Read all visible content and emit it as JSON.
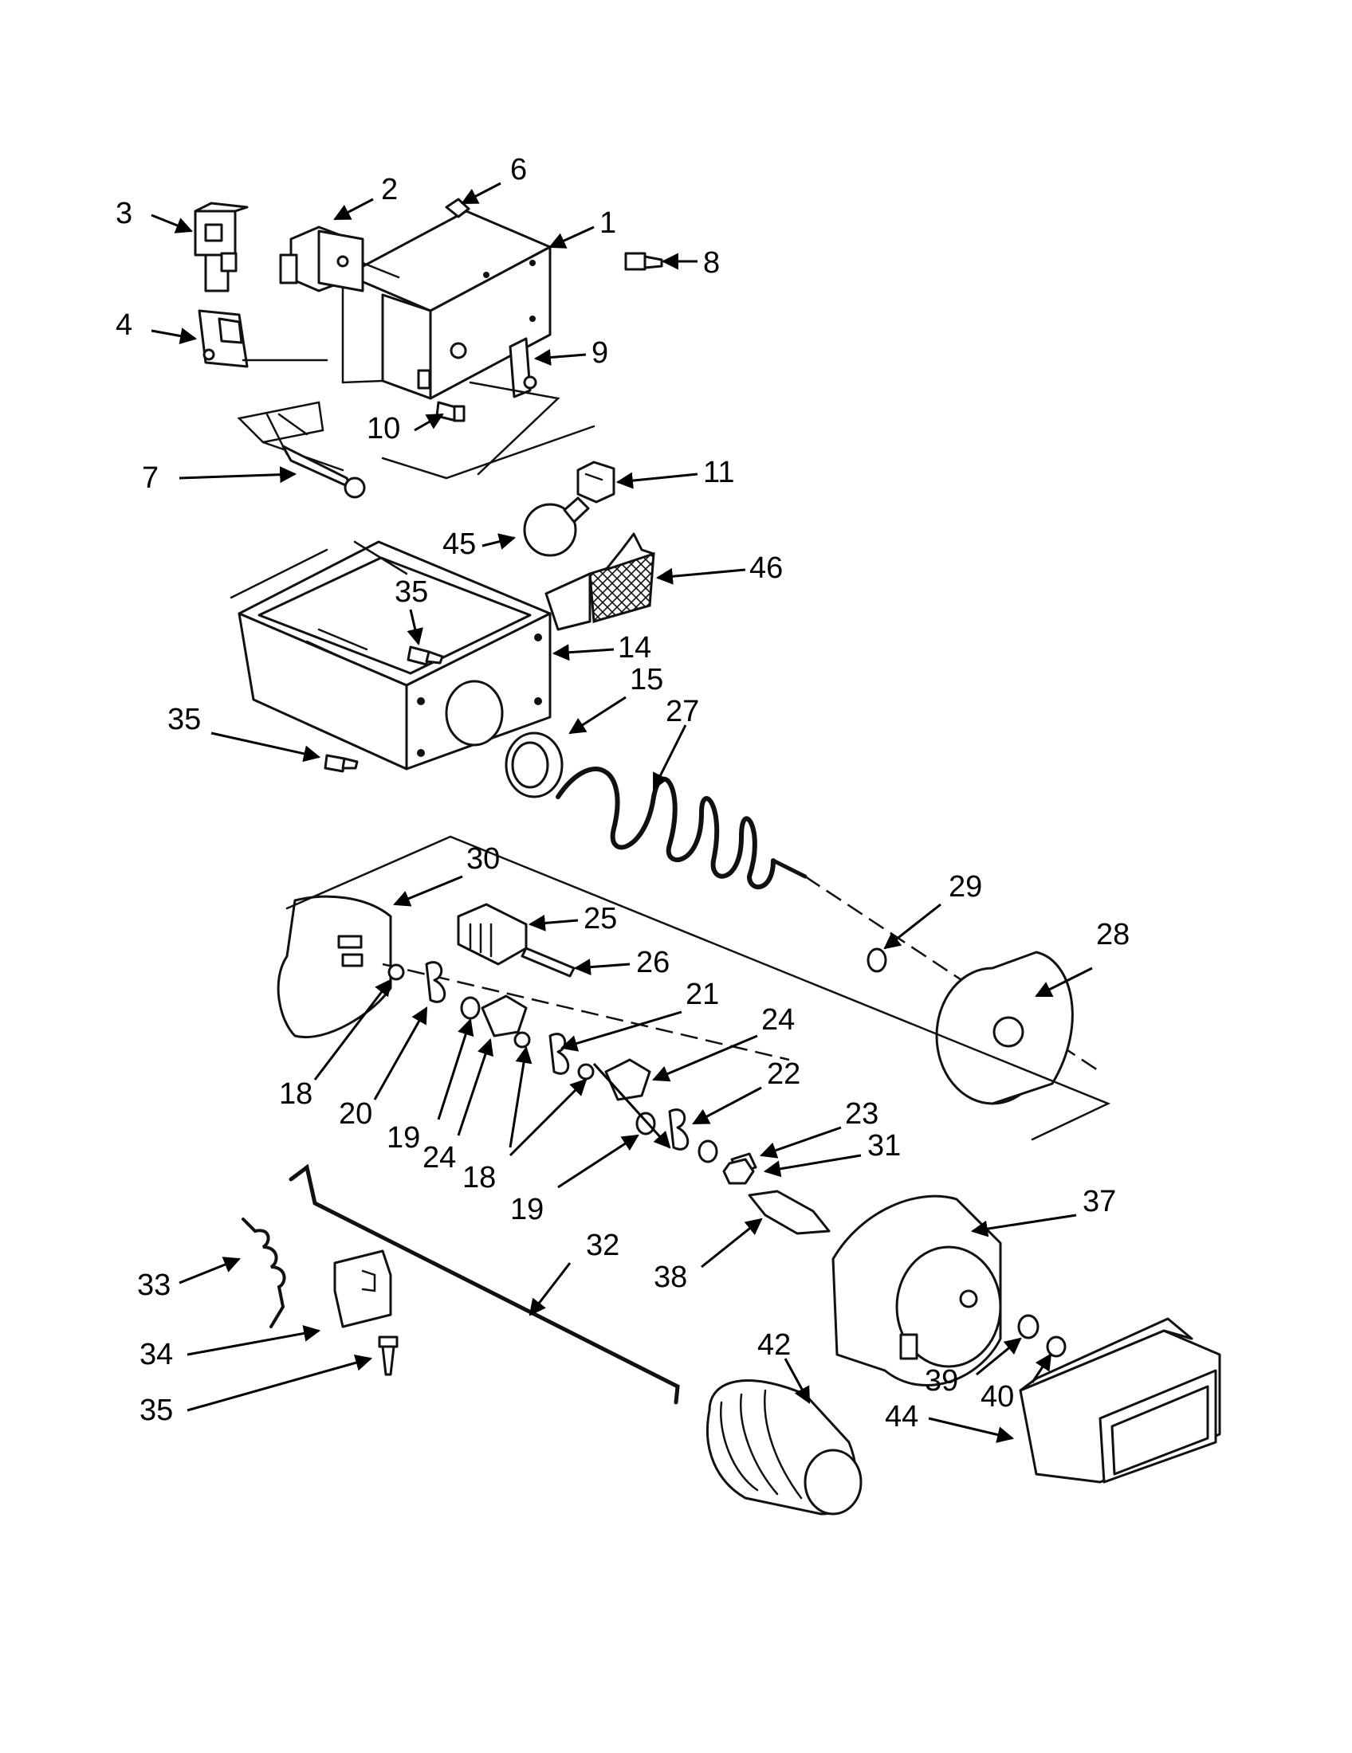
{
  "diagram": {
    "colors": {
      "ink": "#111111",
      "paper": "#ffffff"
    },
    "callouts": [
      {
        "id": "c1",
        "text": "1"
      },
      {
        "id": "c2",
        "text": "2"
      },
      {
        "id": "c3",
        "text": "3"
      },
      {
        "id": "c4",
        "text": "4"
      },
      {
        "id": "c6",
        "text": "6"
      },
      {
        "id": "c7",
        "text": "7"
      },
      {
        "id": "c8",
        "text": "8"
      },
      {
        "id": "c9",
        "text": "9"
      },
      {
        "id": "c10",
        "text": "10"
      },
      {
        "id": "c11",
        "text": "11"
      },
      {
        "id": "c14",
        "text": "14"
      },
      {
        "id": "c15",
        "text": "15"
      },
      {
        "id": "c18a",
        "text": "18"
      },
      {
        "id": "c18b",
        "text": "18"
      },
      {
        "id": "c19a",
        "text": "19"
      },
      {
        "id": "c19b",
        "text": "19"
      },
      {
        "id": "c20",
        "text": "20"
      },
      {
        "id": "c21",
        "text": "21"
      },
      {
        "id": "c22",
        "text": "22"
      },
      {
        "id": "c23",
        "text": "23"
      },
      {
        "id": "c24a",
        "text": "24"
      },
      {
        "id": "c24b",
        "text": "24"
      },
      {
        "id": "c25",
        "text": "25"
      },
      {
        "id": "c26",
        "text": "26"
      },
      {
        "id": "c27",
        "text": "27"
      },
      {
        "id": "c28",
        "text": "28"
      },
      {
        "id": "c29",
        "text": "29"
      },
      {
        "id": "c30",
        "text": "30"
      },
      {
        "id": "c31",
        "text": "31"
      },
      {
        "id": "c32",
        "text": "32"
      },
      {
        "id": "c33",
        "text": "33"
      },
      {
        "id": "c34",
        "text": "34"
      },
      {
        "id": "c35a",
        "text": "35"
      },
      {
        "id": "c35b",
        "text": "35"
      },
      {
        "id": "c35c",
        "text": "35"
      },
      {
        "id": "c37",
        "text": "37"
      },
      {
        "id": "c38",
        "text": "38"
      },
      {
        "id": "c39",
        "text": "39"
      },
      {
        "id": "c40",
        "text": "40"
      },
      {
        "id": "c42",
        "text": "42"
      },
      {
        "id": "c44",
        "text": "44"
      },
      {
        "id": "c45",
        "text": "45"
      },
      {
        "id": "c46",
        "text": "46"
      }
    ]
  }
}
